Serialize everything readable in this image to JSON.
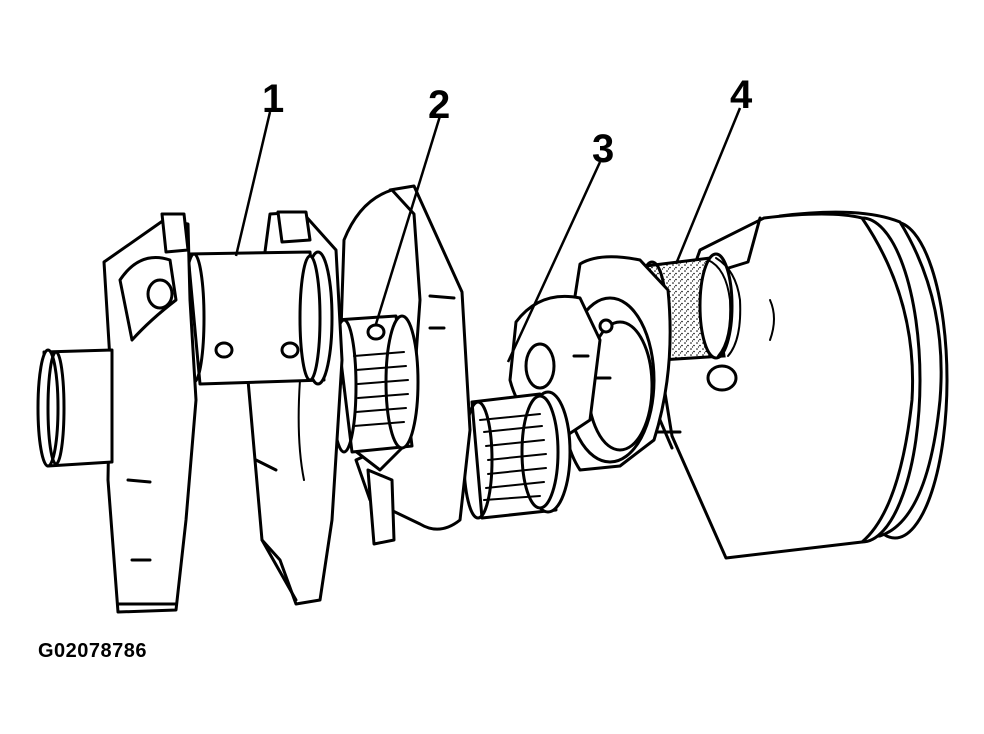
{
  "figure": {
    "id_label": "G02078786",
    "callouts": [
      {
        "number": "1"
      },
      {
        "number": "2"
      },
      {
        "number": "3"
      },
      {
        "number": "4"
      }
    ]
  }
}
